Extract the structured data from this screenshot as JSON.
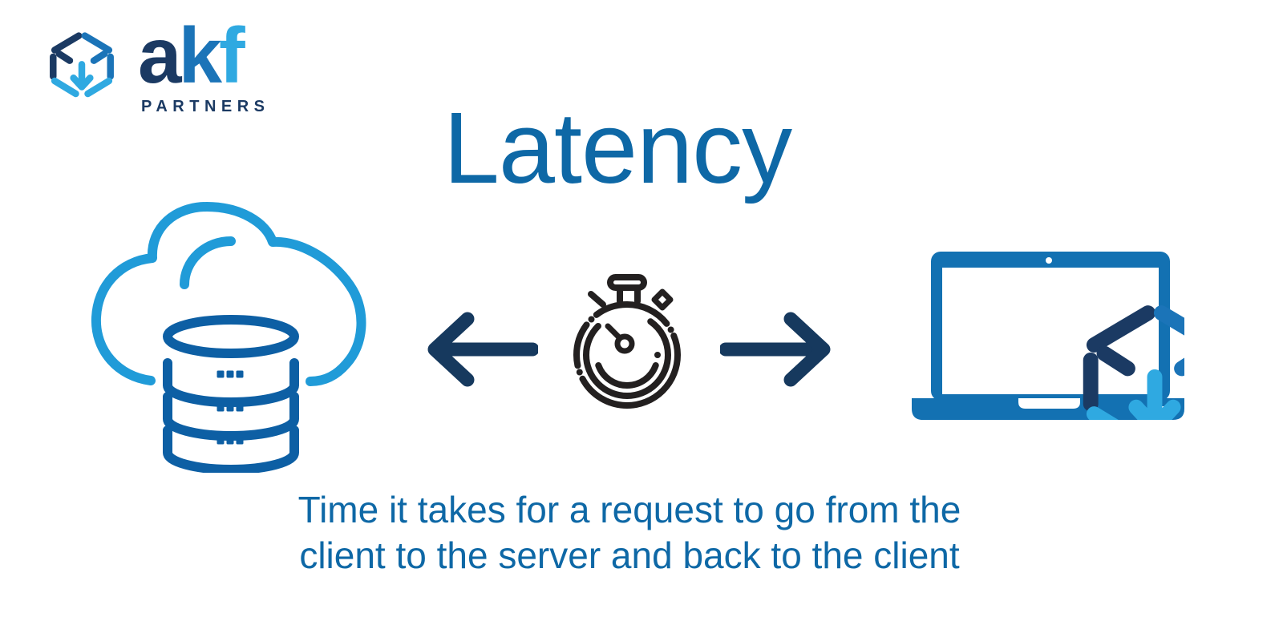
{
  "theme": {
    "navy": "#1B3A63",
    "mid_blue": "#1B74B8",
    "light_blue": "#2FA9E1",
    "cloud_blue": "#209BD8",
    "db_blue": "#0D5FA4",
    "laptop_blue": "#1371B2",
    "title_blue": "#0E68A6",
    "arrow_navy": "#16395E",
    "stopwatch_black": "#232020",
    "background": "#FFFFFF"
  },
  "logo": {
    "letter_a": "a",
    "letter_k": "k",
    "letter_f": "f",
    "subtitle": "PARTNERS",
    "icon": "akf-cube-logo-icon"
  },
  "title": {
    "text": "Latency"
  },
  "diagram": {
    "server_icon": "cloud-database-icon",
    "request_arrow_icon": "arrow-left-icon",
    "timer_icon": "stopwatch-icon",
    "response_arrow_icon": "arrow-right-icon",
    "client_icon": "laptop-with-akf-logo-icon"
  },
  "caption": {
    "line1": "Time it takes for a request to go from the",
    "line2": "client to the server and back to the client"
  }
}
